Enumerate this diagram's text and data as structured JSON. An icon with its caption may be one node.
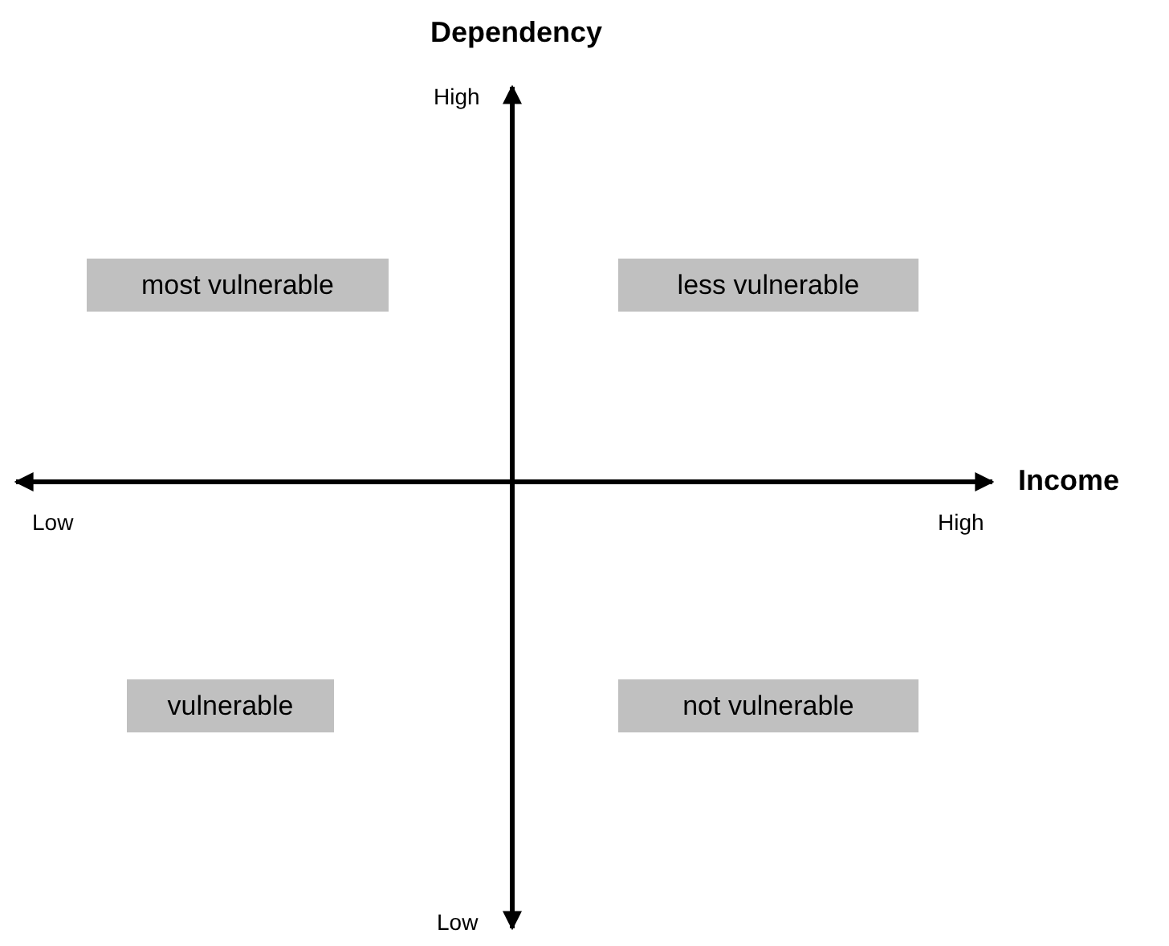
{
  "diagram": {
    "nodes": [
      {
        "text": [
          "most vulnerable"
        ]
      },
      {
        "text": [
          "less vulnerable"
        ]
      },
      {
        "text": [
          "vulnerable"
        ]
      },
      {
        "text": [
          "not vulnerable"
        ]
      }
    ],
    "edges": [],
    "labels": [
      "Dependency",
      "High",
      "Income",
      "Low",
      "High",
      "Low"
    ]
  }
}
